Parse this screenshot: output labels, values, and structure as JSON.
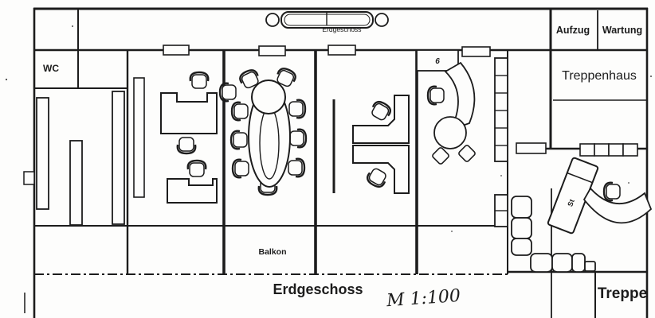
{
  "plan": {
    "title_bottom": "Erdgeschoss",
    "title_top": "Erdgeschoss",
    "scale_note": "M 1:100",
    "rooms": {
      "wc": "WC",
      "aufzug": "Aufzug",
      "wartung": "Wartung",
      "treppenhaus": "Treppenhaus",
      "balkon": "Balkon",
      "treppe": "Treppe"
    },
    "annotations": {
      "room_tag": "6",
      "desk_tag": "St"
    },
    "colors": {
      "ink": "#1c1c1c",
      "paper": "#fdfdfc"
    }
  }
}
